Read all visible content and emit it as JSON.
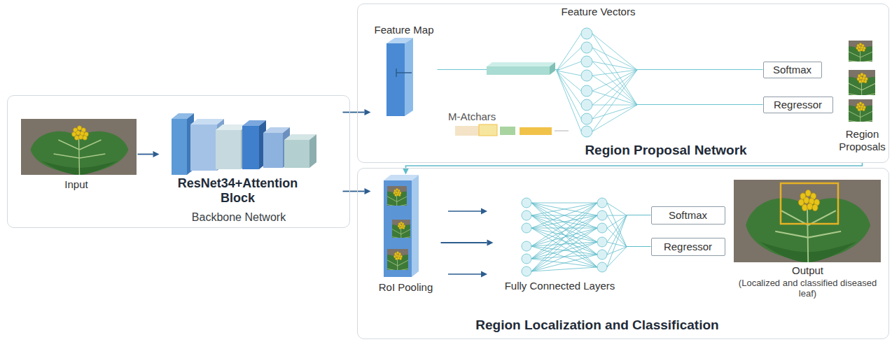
{
  "diagram": {
    "nodes": [
      {
        "text": [
          "Backbone Network"
        ]
      },
      {
        "text": [
          "Input"
        ],
        "in": 0
      },
      {
        "text": [
          "ResNet34+Attention Block"
        ],
        "in": 0
      },
      {
        "text": [
          "Region Proposal Network"
        ]
      },
      {
        "text": [
          "Feature Map"
        ],
        "in": 3
      },
      {
        "text": [
          "Feature Vectors"
        ],
        "in": 3
      },
      {
        "text": [
          "Softmax"
        ],
        "in": 3
      },
      {
        "text": [
          "Regressor"
        ],
        "in": 3
      },
      {
        "text": [
          "Region Proposals"
        ],
        "in": 3
      },
      {
        "text": [
          "Region Localization and Classification"
        ]
      },
      {
        "text": [
          "RoI Pooling"
        ],
        "in": 9
      },
      {
        "text": [
          "Fully Connected Layers"
        ],
        "in": 9
      },
      {
        "text": [
          "Softmax"
        ],
        "in": 9
      },
      {
        "text": [
          "Regressor"
        ],
        "in": 9
      },
      {
        "text": [
          "Output",
          "(Localized and classified diseased leaf)"
        ],
        "in": 9
      }
    ],
    "edges": [
      {
        "from": 1,
        "to": 2,
        "arrow": "to"
      },
      {
        "from": 2,
        "to": 4,
        "arrow": "to"
      },
      {
        "from": 2,
        "to": 10,
        "arrow": "to"
      },
      {
        "from": 8,
        "to": 10,
        "arrow": "to"
      },
      {
        "from": 4,
        "to": 5,
        "arrow": "none"
      },
      {
        "from": 5,
        "to": 6,
        "arrow": "none"
      },
      {
        "from": 5,
        "to": 7,
        "arrow": "none"
      },
      {
        "from": 10,
        "to": 11,
        "arrow": "to"
      },
      {
        "from": 11,
        "to": 12,
        "arrow": "none"
      },
      {
        "from": 11,
        "to": 13,
        "arrow": "none"
      }
    ],
    "labels": [
      "M-Atchars"
    ]
  }
}
